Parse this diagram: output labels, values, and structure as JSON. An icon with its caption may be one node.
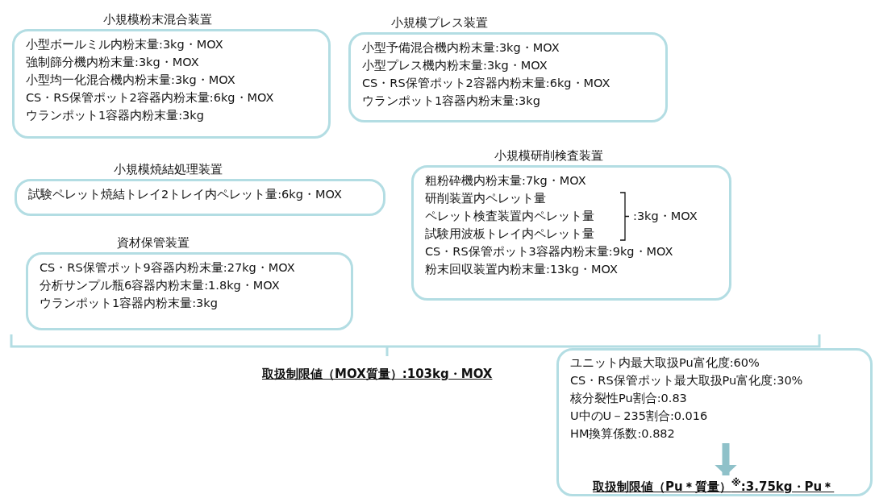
{
  "diagram": {
    "nodes": [
      {
        "text": [
          "小規模粉末混合装置",
          "小型ボールミル内粉末量:3kg・MOX",
          "強制篩分機内粉末量:3kg・MOX",
          "小型均一化混合機内粉末量:3kg・MOX",
          "CS・RS保管ポット2容器内粉末量:6kg・MOX",
          "ウランポット1容器内粉末量:3kg"
        ]
      },
      {
        "text": [
          "小規模プレス装置",
          "小型予備混合機内粉末量:3kg・MOX",
          "小型プレス機内粉末量:3kg・MOX",
          "CS・RS保管ポット2容器内粉末量:6kg・MOX",
          "ウランポット1容器内粉末量:3kg"
        ]
      },
      {
        "text": [
          "小規模焼結処理装置",
          "試験ペレット焼結トレイ2トレイ内ペレット量:6kg・MOX"
        ]
      },
      {
        "text": [
          "資材保管装置",
          "CS・RS保管ポット9容器内粉末量:27kg・MOX",
          "分析サンプル瓶6容器内粉末量:1.8kg・MOX",
          "ウランポット1容器内粉末量:3kg"
        ]
      },
      {
        "text": [
          "小規模研削検査装置",
          "粗粉砕機内粉末量:7kg・MOX",
          "研削装置内ペレット量",
          "ペレット検査装置内ペレット量",
          "試験用波板トレイ内ペレット量",
          ":3kg・MOX",
          "CS・RS保管ポット3容器内粉末量:9kg・MOX",
          "粉末回収装置内粉末量:13kg・MOX"
        ]
      },
      {
        "text": [],
        "shape": "box"
      },
      {
        "text": [
          "ユニット内最大取扱Pu富化度:60%",
          "CS・RS保管ポット最大取扱Pu富化度:30%",
          "核分裂性Pu割合:0.83",
          "U中のU－235割合:0.016",
          "HM換算係数:0.882"
        ],
        "in": 5
      },
      {
        "text": [
          "取扱制限値（Pu＊質量）$^{※}$:3.75kg・Pu＊"
        ],
        "in": 5
      }
    ],
    "edges": [
      {
        "from": 6,
        "to": 7,
        "arrow": "to",
        "color": "#8fc1c9"
      }
    ],
    "labels": [
      "取扱制限値（MOX質量）:103kg・MOX"
    ]
  }
}
